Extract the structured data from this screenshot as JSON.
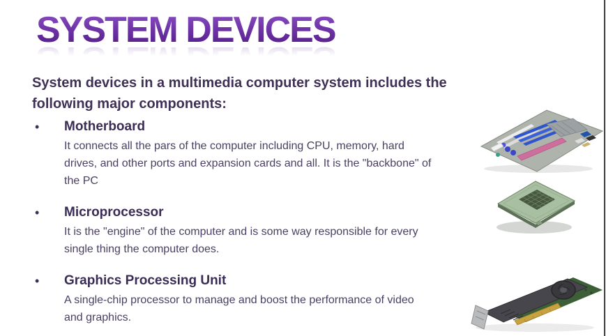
{
  "slide": {
    "title": "SYSTEM DEVICES",
    "intro": "System devices in a multimedia computer system includes the\nfollowing major components:",
    "bullet_glyph": "•",
    "bullets": [
      {
        "heading": "Motherboard",
        "body": "It connects all the pars of the computer including CPU, memory, hard\ndrives, and other ports and expansion cards and all. It is the \"backbone\" of\nthe PC"
      },
      {
        "heading": "Microprocessor",
        "body": "It is the \"engine\" of the computer and is some way responsible for every\nsingle thing the computer does."
      },
      {
        "heading": "Graphics Processing Unit",
        "body": "A single-chip processor to manage and boost the performance of video\nand graphics."
      }
    ],
    "images": [
      {
        "label": "motherboard-photo"
      },
      {
        "label": "cpu-processor-photo"
      },
      {
        "label": "graphics-card-photo"
      }
    ],
    "colors": {
      "title_purple": "#6a2c9e",
      "heading_text": "#3a2c55",
      "body_text": "#4a4063",
      "frame_edge": "#3e3e3e"
    }
  }
}
